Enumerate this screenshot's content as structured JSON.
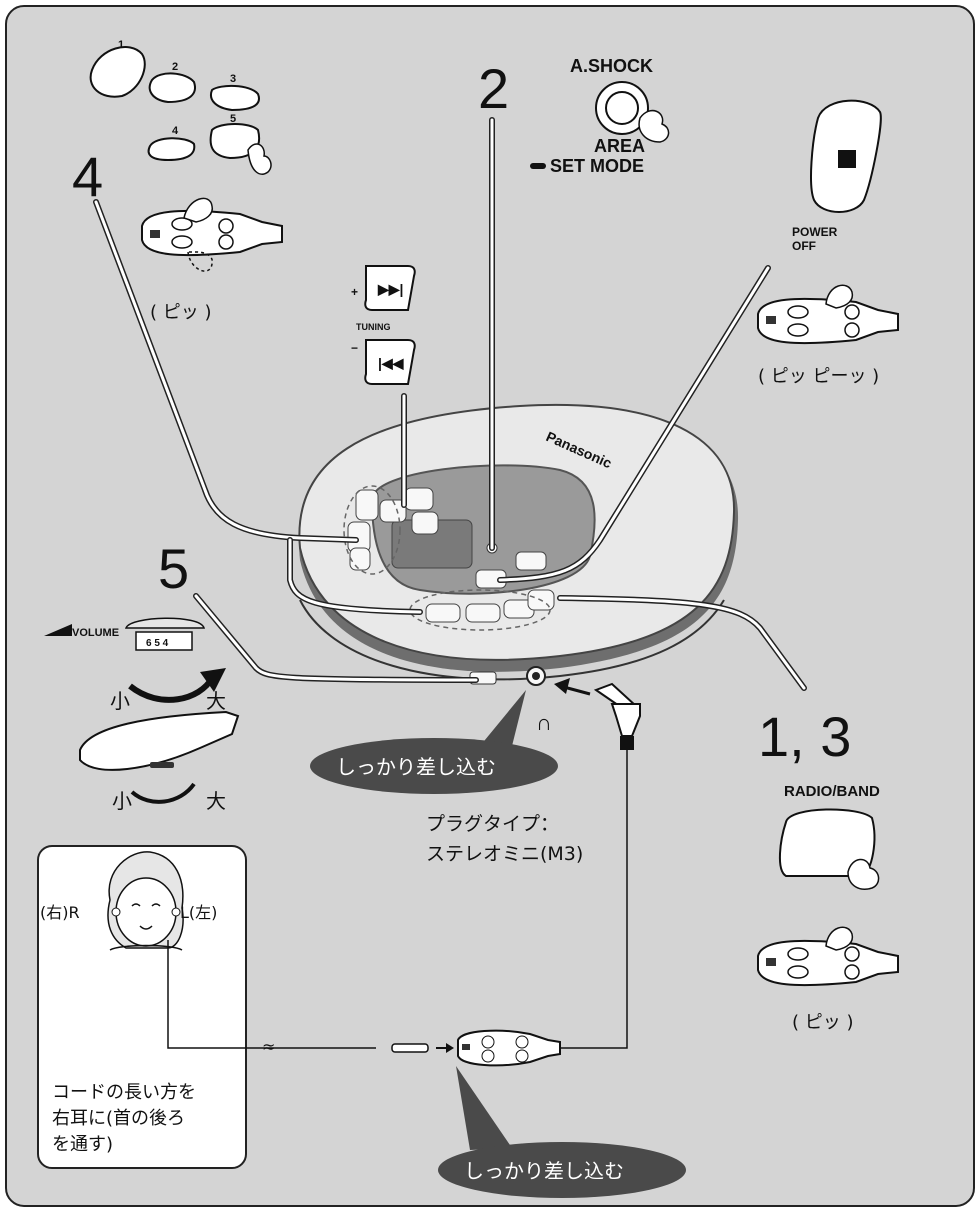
{
  "steps": {
    "s1_3": "1, 3",
    "s2": "2",
    "s4": "4",
    "s5": "5"
  },
  "labels": {
    "ashock": "A.SHOCK",
    "area": "AREA",
    "set_mode": "SET MODE",
    "power_off_1": "POWER",
    "power_off_2": "OFF",
    "tuning": "TUNING",
    "tuning_plus": "+",
    "tuning_minus": "−",
    "volume": "VOLUME",
    "radio_band": "RADIO/BAND",
    "brand": "Panasonic",
    "preset_1": "1",
    "preset_2": "2",
    "preset_3": "3",
    "preset_4": "4",
    "preset_5": "5",
    "volume_dial_digits": "6 5 4"
  },
  "beeps": {
    "pi_left": "( ピッ )",
    "pi_pii": "( ピッ ピーッ )",
    "pi_right": "( ピッ )"
  },
  "volume_text": {
    "small_1": "小",
    "large_1": "大",
    "small_2": "小",
    "large_2": "大"
  },
  "callouts": {
    "insert_firmly_top": "しっかり差し込む",
    "insert_firmly_bottom": "しっかり差し込む"
  },
  "plug": {
    "line1": "プラグタイプ：",
    "line2": "ステレオミニ(M3)"
  },
  "ear": {
    "right": "(右)R",
    "left": "L(左)"
  },
  "note": {
    "line1": "コードの長い方を",
    "line2": "右耳に(首の後ろ",
    "line3": "を通す)"
  },
  "colors": {
    "background": "#d4d4d4",
    "callout": "#4a4a4a",
    "leader": "#8a8a8a"
  }
}
